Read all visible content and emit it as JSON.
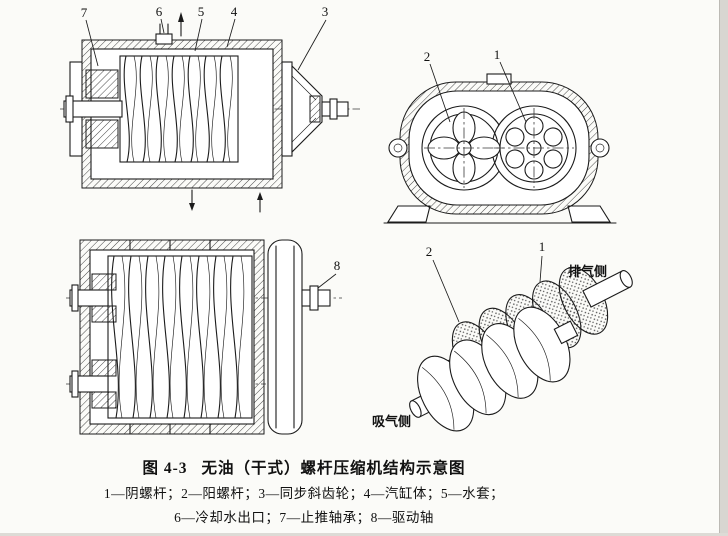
{
  "caption": {
    "figure_label": "图 4-3",
    "title": "无油（干式）螺杆压缩机结构示意图"
  },
  "legend": {
    "line1": "1—阴螺杆；2—阳螺杆；3—同步斜齿轮；4—汽缸体；5—水套；",
    "line2": "6—冷却水出口；7—止推轴承；8—驱动轴",
    "items": [
      {
        "num": "1",
        "label": "阴螺杆"
      },
      {
        "num": "2",
        "label": "阳螺杆"
      },
      {
        "num": "3",
        "label": "同步斜齿轮"
      },
      {
        "num": "4",
        "label": "汽缸体"
      },
      {
        "num": "5",
        "label": "水套"
      },
      {
        "num": "6",
        "label": "冷却水出口"
      },
      {
        "num": "7",
        "label": "止推轴承"
      },
      {
        "num": "8",
        "label": "驱动轴"
      }
    ]
  },
  "callouts": {
    "top_left_view": [
      "7",
      "6",
      "5",
      "4",
      "3"
    ],
    "top_right_view": [
      "2",
      "1"
    ],
    "bottom_left_view": [
      "8"
    ],
    "rotor_view": [
      "2",
      "1"
    ]
  },
  "labels": {
    "discharge_side": "排气侧",
    "suction_side": "吸气侧"
  },
  "colors": {
    "ink": "#1b1b1b",
    "paper": "#fbfbf8"
  }
}
